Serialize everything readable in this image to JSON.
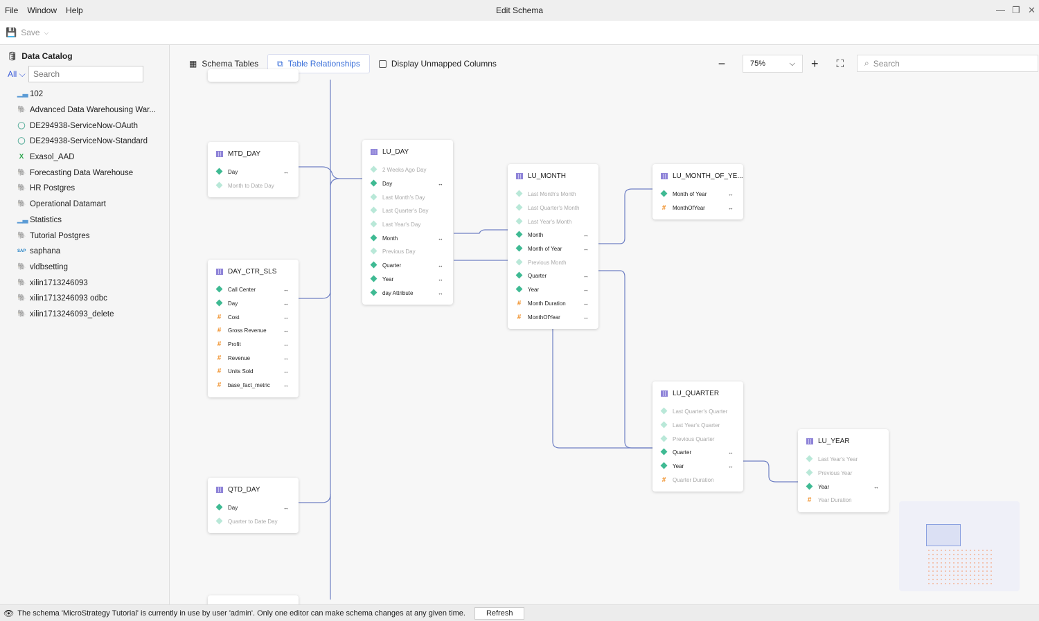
{
  "window": {
    "title": "Edit Schema",
    "menu": [
      "File",
      "Window",
      "Help"
    ]
  },
  "toolbar": {
    "save_label": "Save"
  },
  "sidebar": {
    "title": "Data Catalog",
    "filter": "All",
    "search_placeholder": "Search",
    "items": [
      {
        "label": "102",
        "icon": "chart-icon",
        "color": "#5b9bd5"
      },
      {
        "label": "Advanced Data Warehousing War...",
        "icon": "postgres-icon",
        "color": "#336791"
      },
      {
        "label": "DE294938-ServiceNow-OAuth",
        "icon": "servicenow-icon",
        "color": "#62b2a0"
      },
      {
        "label": "DE294938-ServiceNow-Standard",
        "icon": "servicenow-icon",
        "color": "#62b2a0"
      },
      {
        "label": "Exasol_AAD",
        "icon": "exasol-icon",
        "color": "#34a853"
      },
      {
        "label": "Forecasting Data Warehouse",
        "icon": "postgres-icon",
        "color": "#336791"
      },
      {
        "label": "HR Postgres",
        "icon": "postgres-icon",
        "color": "#336791"
      },
      {
        "label": "Operational Datamart",
        "icon": "postgres-icon",
        "color": "#336791"
      },
      {
        "label": "Statistics",
        "icon": "chart-icon",
        "color": "#5b9bd5"
      },
      {
        "label": "Tutorial Postgres",
        "icon": "postgres-icon",
        "color": "#336791"
      },
      {
        "label": "saphana",
        "icon": "sap-icon",
        "color": "#1f7fc4"
      },
      {
        "label": "vldbsetting",
        "icon": "postgres-icon",
        "color": "#336791"
      },
      {
        "label": "xilin1713246093",
        "icon": "postgres-icon",
        "color": "#336791"
      },
      {
        "label": "xilin1713246093 odbc",
        "icon": "postgres-icon",
        "color": "#336791"
      },
      {
        "label": "xilin1713246093_delete",
        "icon": "postgres-icon",
        "color": "#336791"
      }
    ]
  },
  "tabs": {
    "schema_tables": "Schema Tables",
    "table_relationships": "Table Relationships",
    "display_unmapped": "Display Unmapped Columns",
    "display_unmapped_checked": false
  },
  "zoom": {
    "value": "75%"
  },
  "canvas_search": {
    "placeholder": "Search"
  },
  "tables": [
    {
      "name": "MTD_DAY",
      "rows": [
        [
          "Day",
          "a",
          1
        ],
        [
          "Month to Date Day",
          "a",
          0
        ]
      ]
    },
    {
      "name": "DAY_CTR_SLS",
      "rows": [
        [
          "Call Center",
          "a",
          1
        ],
        [
          "Day",
          "a",
          1
        ],
        [
          "Cost",
          "m",
          1
        ],
        [
          "Gross Revenue",
          "m",
          1
        ],
        [
          "Profit",
          "m",
          1
        ],
        [
          "Revenue",
          "m",
          1
        ],
        [
          "Units Sold",
          "m",
          1
        ],
        [
          "base_fact_metric",
          "m",
          1
        ]
      ]
    },
    {
      "name": "QTD_DAY",
      "rows": [
        [
          "Day",
          "a",
          1
        ],
        [
          "Quarter to Date Day",
          "a",
          0
        ]
      ]
    },
    {
      "name": "LU_DAY",
      "rows": [
        [
          "2 Weeks Ago Day",
          "a",
          0
        ],
        [
          "Day",
          "a",
          1
        ],
        [
          "Last Month's Day",
          "a",
          0
        ],
        [
          "Last Quarter's Day",
          "a",
          0
        ],
        [
          "Last Year's Day",
          "a",
          0
        ],
        [
          "Month",
          "a",
          1
        ],
        [
          "Previous Day",
          "a",
          0
        ],
        [
          "Quarter",
          "a",
          1
        ],
        [
          "Year",
          "a",
          1
        ],
        [
          "day Attribute",
          "a",
          1
        ]
      ]
    },
    {
      "name": "LU_MONTH",
      "rows": [
        [
          "Last Month's Month",
          "a",
          0
        ],
        [
          "Last Quarter's Month",
          "a",
          0
        ],
        [
          "Last Year's Month",
          "a",
          0
        ],
        [
          "Month",
          "a",
          1
        ],
        [
          "Month of Year",
          "a",
          1
        ],
        [
          "Previous Month",
          "a",
          0
        ],
        [
          "Quarter",
          "a",
          1
        ],
        [
          "Year",
          "a",
          1
        ],
        [
          "Month Duration",
          "m",
          1
        ],
        [
          "MonthOfYear",
          "m",
          1
        ]
      ]
    },
    {
      "name": "LU_MONTH_OF_YE...",
      "rows": [
        [
          "Month of Year",
          "a",
          1
        ],
        [
          "MonthOfYear",
          "m",
          1
        ]
      ]
    },
    {
      "name": "LU_QUARTER",
      "rows": [
        [
          "Last Quarter's Quarter",
          "a",
          0
        ],
        [
          "Last Year's Quarter",
          "a",
          0
        ],
        [
          "Previous Quarter",
          "a",
          0
        ],
        [
          "Quarter",
          "a",
          1
        ],
        [
          "Year",
          "a",
          1
        ],
        [
          "Quarter Duration",
          "m",
          0
        ]
      ]
    },
    {
      "name": "LU_YEAR",
      "rows": [
        [
          "Last Year's Year",
          "a",
          0
        ],
        [
          "Previous Year",
          "a",
          0
        ],
        [
          "Year",
          "a",
          1
        ],
        [
          "Year Duration",
          "m",
          0
        ]
      ]
    }
  ],
  "status": {
    "message": "The schema 'MicroStrategy Tutorial' is currently in use by user 'admin'. Only one editor can make schema changes at any given time.",
    "refresh_label": "Refresh"
  }
}
